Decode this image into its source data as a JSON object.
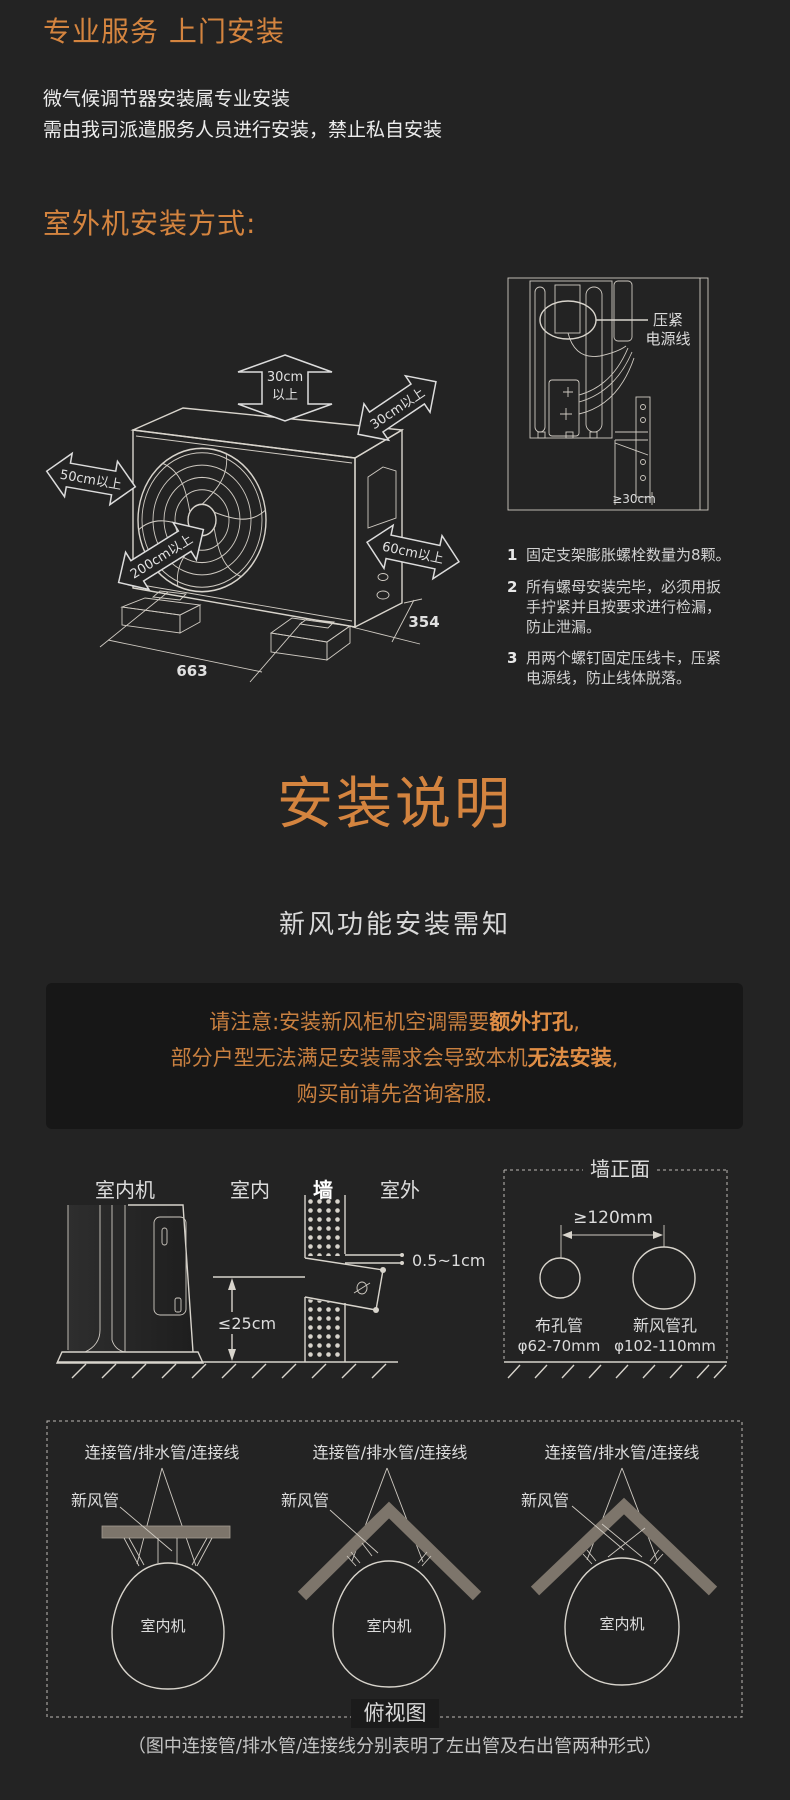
{
  "header": {
    "title": "专业服务  上门安装",
    "desc_lines": [
      "微气候调节器安装属专业安装",
      "需由我司派遣服务人员进行安装，禁止私自安装"
    ]
  },
  "outdoor": {
    "title": "室外机安装方式:",
    "clearances": {
      "top_line1": "30cm",
      "top_line2": "以上",
      "back": "30cm以上",
      "left": "50cm以上",
      "front": "200cm以上",
      "right": "60cm以上"
    },
    "dimensions": {
      "width": "663",
      "depth": "354"
    },
    "detail_labels": {
      "clamp_line1": "压紧",
      "clamp_line2": "电源线",
      "min_gap": "≥30cm"
    },
    "notes": [
      {
        "num": "1",
        "lines": [
          "固定支架膨胀螺栓数量为8颗。"
        ]
      },
      {
        "num": "2",
        "lines": [
          "所有螺母安装完毕，必须用扳",
          "手拧紧并且按要求进行检漏，",
          "防止泄漏。"
        ]
      },
      {
        "num": "3",
        "lines": [
          "用两个螺钉固定压线卡，压紧",
          "电源线，防止线体脱落。"
        ]
      }
    ]
  },
  "instructions": {
    "heading": "安装说明",
    "subheading": "新风功能安装需知",
    "notice": {
      "line1_pre": "请注意:安装新风柜机空调需要",
      "line1_bold": "额外打孔",
      "line1_post": ",",
      "line2_pre": "部分户型无法满足安装需求会导致本机",
      "line2_bold": "无法安装",
      "line2_post": ",",
      "line3": "购买前请先咨询客服."
    }
  },
  "side_view": {
    "labels": {
      "indoor_unit": "室内机",
      "indoor": "室内",
      "wall": "墙",
      "outdoor": "室外"
    },
    "gap": "0.5~1cm",
    "height": "≤25cm",
    "phi": "φ"
  },
  "wall_front": {
    "title": "墙正面",
    "spacing": "≥120mm",
    "holes": [
      {
        "name": "布孔管",
        "size": "φ62-70mm"
      },
      {
        "name": "新风管孔",
        "size": "φ102-110mm"
      }
    ]
  },
  "top_view": {
    "diagrams": [
      {
        "pipes_label": "连接管/排水管/连接线",
        "fresh_air_label": "新风管",
        "unit_label": "室内机"
      },
      {
        "pipes_label": "连接管/排水管/连接线",
        "fresh_air_label": "新风管",
        "unit_label": "室内机"
      },
      {
        "pipes_label": "连接管/排水管/连接线",
        "fresh_air_label": "新风管",
        "unit_label": "室内机"
      }
    ],
    "title": "俯视图",
    "caption": "（图中连接管/排水管/连接线分别表明了左出管及右出管两种形式）"
  },
  "colors": {
    "background": "#232323",
    "accent_orange": "#d4843f",
    "notice_background": "#171717",
    "line_art": "#d8d4cc",
    "wall_bar": "#7d756b"
  }
}
